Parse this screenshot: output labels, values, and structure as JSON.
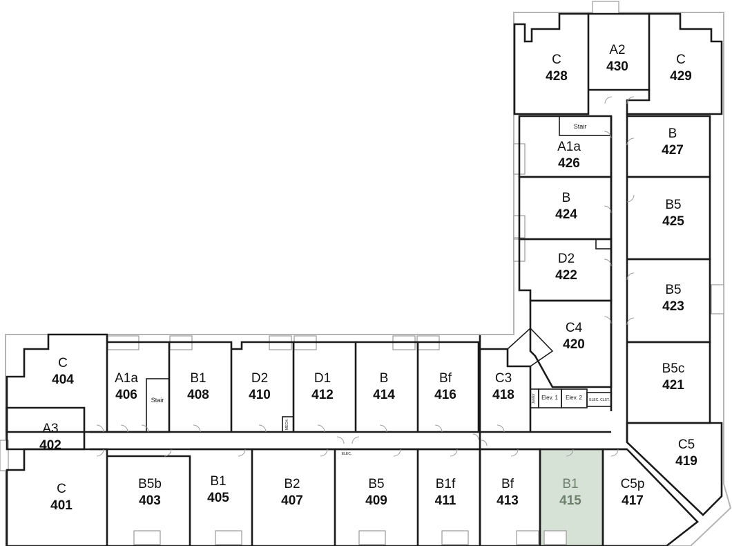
{
  "highlight_color": "#d6e2d6",
  "highlighted_unit": "415",
  "units": [
    {
      "id": "428",
      "type": "C"
    },
    {
      "id": "430",
      "type": "A2"
    },
    {
      "id": "429",
      "type": "C"
    },
    {
      "id": "426",
      "type": "A1a"
    },
    {
      "id": "427",
      "type": "B"
    },
    {
      "id": "424",
      "type": "B"
    },
    {
      "id": "425",
      "type": "B5"
    },
    {
      "id": "422",
      "type": "D2"
    },
    {
      "id": "423",
      "type": "B5"
    },
    {
      "id": "420",
      "type": "C4"
    },
    {
      "id": "421",
      "type": "B5c"
    },
    {
      "id": "419",
      "type": "C5"
    },
    {
      "id": "404",
      "type": "C"
    },
    {
      "id": "406",
      "type": "A1a"
    },
    {
      "id": "408",
      "type": "B1"
    },
    {
      "id": "410",
      "type": "D2"
    },
    {
      "id": "412",
      "type": "D1"
    },
    {
      "id": "414",
      "type": "B"
    },
    {
      "id": "416",
      "type": "Bf"
    },
    {
      "id": "418",
      "type": "C3"
    },
    {
      "id": "402",
      "type": "A3"
    },
    {
      "id": "401",
      "type": "C"
    },
    {
      "id": "403",
      "type": "B5b"
    },
    {
      "id": "405",
      "type": "B1"
    },
    {
      "id": "407",
      "type": "B2"
    },
    {
      "id": "409",
      "type": "B5"
    },
    {
      "id": "411",
      "type": "B1f"
    },
    {
      "id": "413",
      "type": "Bf"
    },
    {
      "id": "415",
      "type": "B1"
    },
    {
      "id": "417",
      "type": "C5p"
    }
  ],
  "utility_labels": {
    "stair_north": "Stair",
    "stair_west": "Stair",
    "elev1": "Elev. 1",
    "elev2": "Elev. 2",
    "elec_clst": "ELEC. CLST.",
    "elec": "ELEC.",
    "mech": "MECH.",
    "janitor": "Janitor"
  }
}
